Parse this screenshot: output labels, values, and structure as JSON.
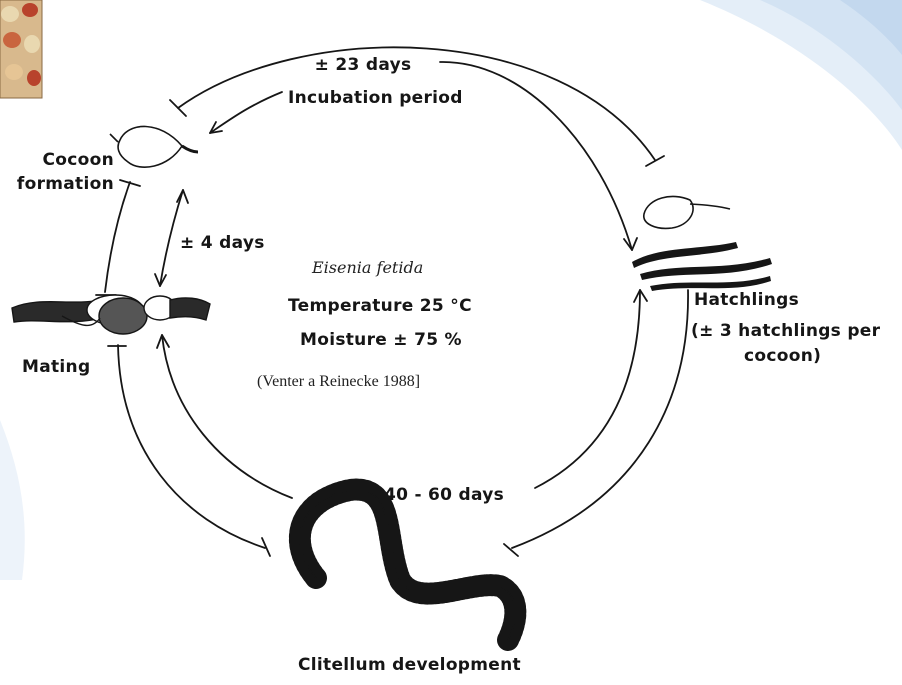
{
  "species": "Eisenia fetida",
  "conditions": {
    "temperature": "Temperature 25 °C",
    "moisture": "Moisture ± 75 %"
  },
  "citation": "(Venter a Reinecke 1988]",
  "stages": {
    "cocoon_formation": [
      "Cocoon",
      "formation"
    ],
    "hatchlings": [
      "Hatchlings",
      "(± 3 hatchlings per",
      "cocoon)"
    ],
    "mating": "Mating",
    "clitellum": "Clitellum development"
  },
  "durations": {
    "incubation_days": "± 23 days",
    "incubation_label": "Incubation period",
    "cocoon_to_mating": "± 4 days",
    "clitellum_days": "40 - 60 days"
  },
  "colors": {
    "ink": "#161616",
    "backdrop_blue": "#dbe9f6",
    "photo_red": "#b8432c",
    "photo_cream": "#e9d8b0"
  }
}
